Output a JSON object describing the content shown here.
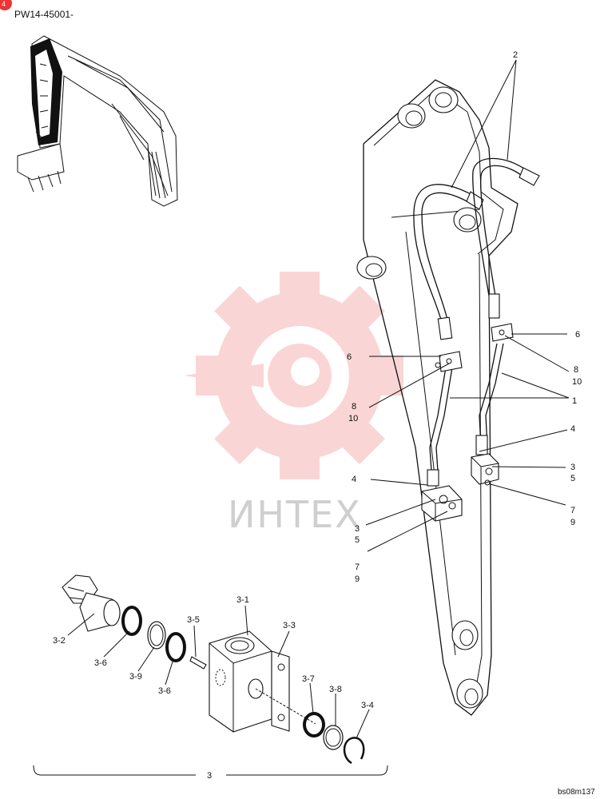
{
  "header": {
    "model": "PW14-45001-",
    "badge": "4"
  },
  "footer": {
    "drawing_id": "bs08m137"
  },
  "watermark": {
    "text": "ИНТЕХ",
    "color": "#f6b3b3"
  },
  "callouts": {
    "c2": "2",
    "c6r": "6",
    "c8r": "8",
    "c10r": "10",
    "c1": "1",
    "c4r": "4",
    "c3r": "3",
    "c5r": "5",
    "c7r": "7",
    "c9r": "9",
    "c6l": "6",
    "c8l": "8",
    "c10l": "10",
    "c4l": "4",
    "c3l": "3",
    "c5l": "5",
    "c7l": "7",
    "c9l": "9",
    "c3_1": "3-1",
    "c3_3": "3-3",
    "c3_5": "3-5",
    "c3_2": "3-2",
    "c3_6a": "3-6",
    "c3_9": "3-9",
    "c3_6b": "3-6",
    "c3_7": "3-7",
    "c3_8": "3-8",
    "c3_4": "3-4",
    "c3": "3"
  }
}
